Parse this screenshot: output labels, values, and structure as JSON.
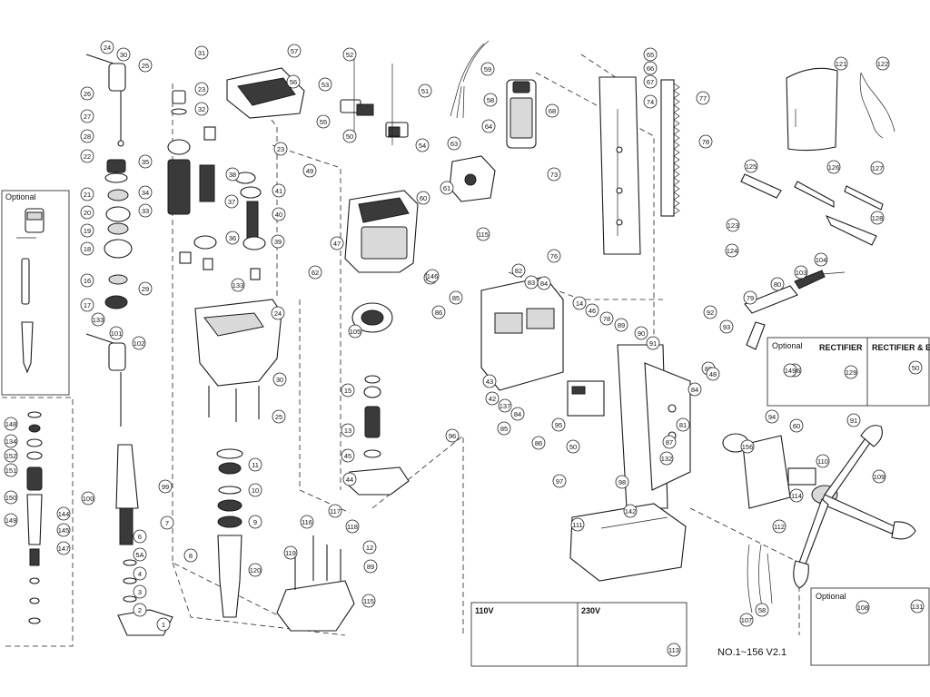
{
  "diagram": {
    "version_label": "NO.1~156 V2.1",
    "panels": {
      "optional_left": "Optional",
      "optional_right_top": "Optional",
      "rectifier": "RECTIFIER",
      "rectifier_emc": "RECTIFIER & EMC",
      "optional_bottom_right": "Optional",
      "v110": "110V",
      "v230": "230V"
    },
    "callouts": [
      "24",
      "30",
      "25",
      "31",
      "57",
      "52",
      "59",
      "65",
      "66",
      "67",
      "77",
      "121",
      "122",
      "26",
      "23",
      "56",
      "51",
      "53",
      "55",
      "50",
      "54",
      "58",
      "68",
      "74",
      "27",
      "32",
      "64",
      "63",
      "73",
      "78",
      "28",
      "35",
      "38",
      "23",
      "49",
      "125",
      "126",
      "127",
      "22",
      "21",
      "34",
      "33",
      "37",
      "41",
      "40",
      "61",
      "60",
      "128",
      "20",
      "19",
      "18",
      "36",
      "39",
      "47",
      "115",
      "76",
      "123",
      "124",
      "16",
      "17",
      "29",
      "62",
      "143",
      "82",
      "83",
      "84",
      "85",
      "86",
      "79",
      "80",
      "103",
      "104",
      "133",
      "105",
      "14",
      "46",
      "78",
      "89",
      "90",
      "91",
      "92",
      "93",
      "133",
      "101",
      "102",
      "24",
      "30",
      "25",
      "15",
      "13",
      "45",
      "44",
      "43",
      "42",
      "137",
      "84",
      "85",
      "86",
      "95",
      "96",
      "97",
      "50",
      "87",
      "132",
      "81",
      "84",
      "83",
      "48",
      "156",
      "94",
      "60",
      "91",
      "109",
      "110",
      "114",
      "112",
      "111",
      "142",
      "98",
      "99",
      "100",
      "7",
      "6",
      "5A",
      "4",
      "3",
      "2",
      "1",
      "120",
      "8",
      "9",
      "10",
      "11",
      "12",
      "116",
      "117",
      "118",
      "119",
      "89",
      "115",
      "113",
      "148",
      "134",
      "152",
      "151",
      "150",
      "149",
      "144",
      "145",
      "147",
      "146",
      "58",
      "107",
      "108",
      "129",
      "106",
      "131",
      "149",
      "50"
    ]
  }
}
